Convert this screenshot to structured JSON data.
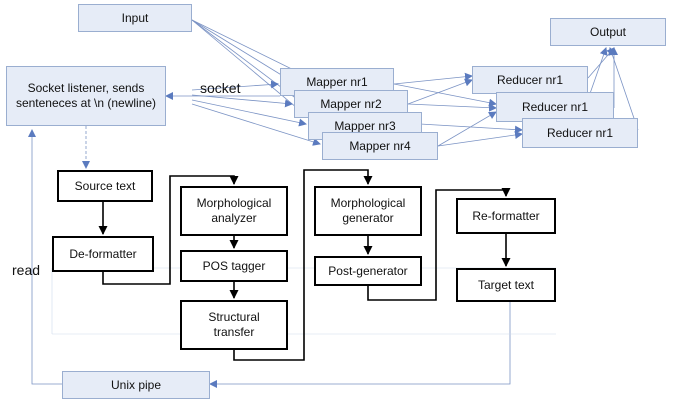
{
  "nodes": {
    "input": "Input",
    "output": "Output",
    "socket_listener": "Socket listener, sends\nsenteneces at \\n (newline)",
    "mappers": [
      "Mapper nr1",
      "Mapper nr2",
      "Mapper nr3",
      "Mapper nr4"
    ],
    "reducers": [
      "Reducer nr1",
      "Reducer nr1",
      "Reducer nr1"
    ],
    "source_text": "Source text",
    "deformatter": "De-formatter",
    "morph_analyzer": "Morphological\nanalyzer",
    "pos_tagger": "POS tagger",
    "structural_transfer": "Structural\ntransfer",
    "morph_generator": "Morphological\ngenerator",
    "post_generator": "Post-generator",
    "reformatter": "Re-formatter",
    "target_text": "Target text",
    "unix_pipe": "Unix pipe"
  },
  "labels": {
    "socket": "socket",
    "read": "read"
  },
  "colors": {
    "blue_fill": "#e6ecf7",
    "blue_border": "#9aaed0",
    "blue_line": "#7b93c4",
    "black_line": "#000000"
  }
}
